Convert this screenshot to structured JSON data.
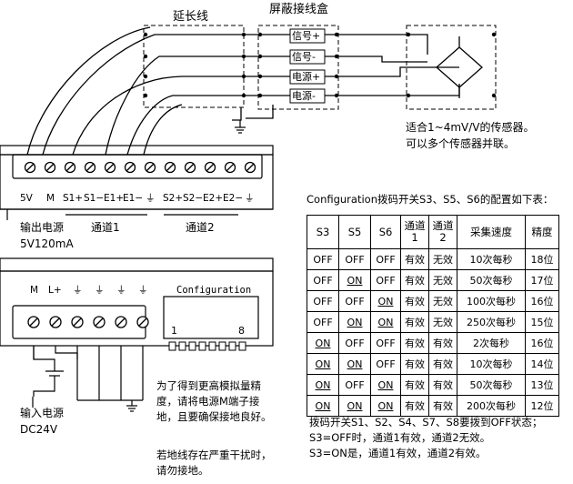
{
  "labels": {
    "extension_cable": "延长线",
    "shield_box": "屏蔽接线盒",
    "signal_plus": "信号+",
    "signal_minus": "信号-",
    "power_plus": "电源+",
    "power_minus": "电源-",
    "sensor_note_1": "适合1~4mV/V的传感器。",
    "sensor_note_2": "可以多个传感器并联。",
    "terminals_top": [
      "5V",
      "M",
      "S1+",
      "S1−",
      "E1+",
      "E1−",
      "⏚",
      "S2+",
      "S2−",
      "E2+",
      "E2−",
      "⏚"
    ],
    "output_power_1": "输出电源",
    "output_power_2": "5V120mA",
    "channel1": "通道1",
    "channel2": "通道2",
    "terminals_bottom": [
      "M",
      "L+",
      "⏚",
      "⏚",
      "⏚",
      "⏚"
    ],
    "configuration": "Configuration",
    "switch_1": "1",
    "switch_8": "8",
    "input_power_1": "输入电源",
    "input_power_2": "DC24V",
    "ground_note": [
      "为了得到更高模拟量精",
      "度，请将电源M端子接",
      "地，且要确保接地良好。"
    ],
    "interference_note": [
      "若地线存在严重干扰时，",
      "请勿接地。"
    ]
  },
  "config_title": "Configuration拨码开关S3、S5、S6的配置如下表：",
  "table": {
    "headers": [
      "S3",
      "S5",
      "S6",
      "通道1",
      "通道2",
      "采集速度",
      "精度"
    ],
    "rows": [
      [
        "OFF",
        "OFF",
        "OFF",
        "有效",
        "无效",
        "10次每秒",
        "18位"
      ],
      [
        "OFF",
        "ON",
        "OFF",
        "有效",
        "无效",
        "50次每秒",
        "17位"
      ],
      [
        "OFF",
        "OFF",
        "ON",
        "有效",
        "无效",
        "100次每秒",
        "16位"
      ],
      [
        "OFF",
        "ON",
        "ON",
        "有效",
        "无效",
        "250次每秒",
        "15位"
      ],
      [
        "ON",
        "OFF",
        "OFF",
        "有效",
        "有效",
        "2次每秒",
        "16位"
      ],
      [
        "ON",
        "ON",
        "OFF",
        "有效",
        "有效",
        "10次每秒",
        "14位"
      ],
      [
        "ON",
        "OFF",
        "ON",
        "有效",
        "有效",
        "50次每秒",
        "13位"
      ],
      [
        "ON",
        "ON",
        "ON",
        "有效",
        "有效",
        "200次每秒",
        "12位"
      ]
    ]
  },
  "switch_notes": [
    "拨码开关S1、S2、S4、S7、S8要拨到OFF状态；",
    "S3=OFF时，通道1有效，通道2无效。",
    "S3=ON是，通道1有效，通道2有效。"
  ]
}
